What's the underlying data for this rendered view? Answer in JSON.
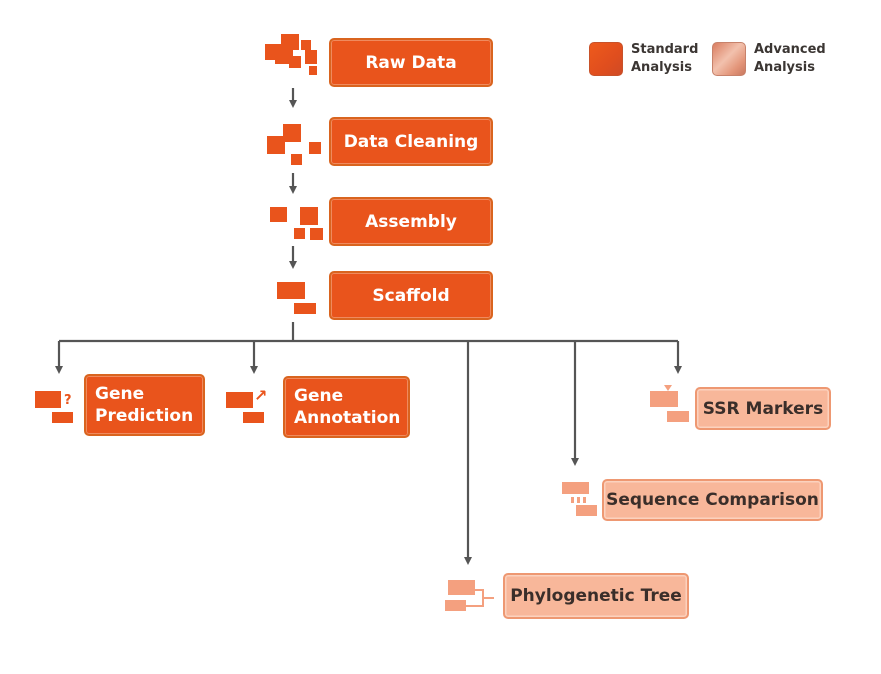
{
  "legend": {
    "standard": {
      "line1": "Standard",
      "line2": "Analysis",
      "color": "#e9541c"
    },
    "advanced": {
      "line1": "Advanced",
      "line2": "Analysis",
      "color": "#f8b79a"
    }
  },
  "pipeline": {
    "raw_data": "Raw Data",
    "data_cleaning": "Data Cleaning",
    "assembly": "Assembly",
    "scaffold": "Scaffold"
  },
  "standard_branches": {
    "gene_prediction": {
      "line1": "Gene",
      "line2": "Prediction"
    },
    "gene_annotation": {
      "line1": "Gene",
      "line2": "Annotation"
    }
  },
  "advanced_branches": {
    "ssr_markers": "SSR Markers",
    "sequence_comparison": "Sequence Comparison",
    "phylogenetic_tree": "Phylogenetic Tree"
  },
  "icons": {
    "gene_prediction_glyph": "?",
    "gene_annotation_glyph": "↗"
  },
  "colors": {
    "standard": "#e9541c",
    "advanced": "#f8b79a",
    "connector": "#555555"
  }
}
